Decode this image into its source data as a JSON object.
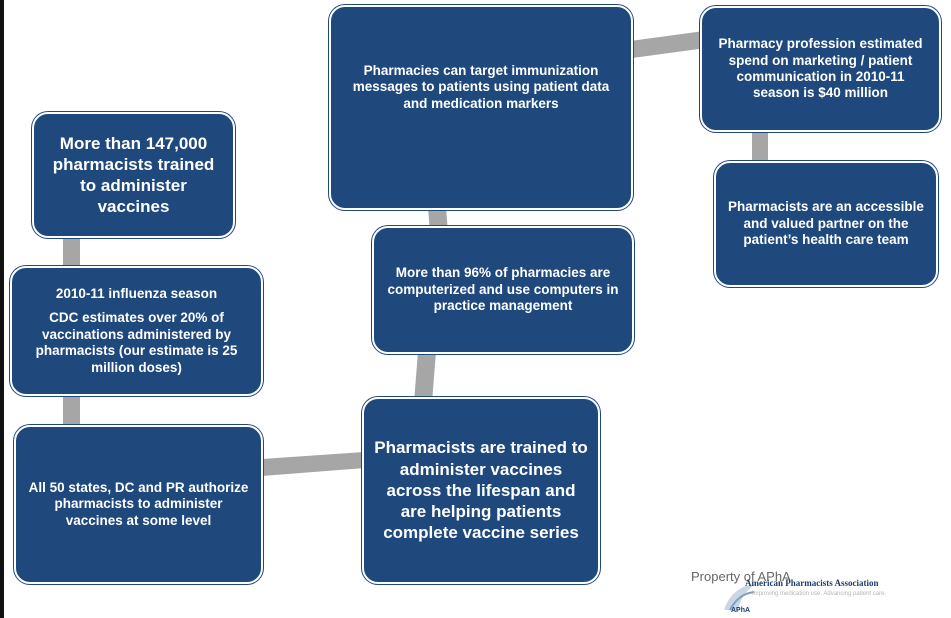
{
  "boxes": {
    "trained_count": "More than  147,000 pharmacists trained to administer vaccines",
    "flu_season_heading": "2010-11 influenza season",
    "flu_season_body": "CDC estimates over 20% of vaccinations administered by pharmacists (our estimate is 25 million doses)",
    "states_authorize": "All 50 states, DC and PR authorize pharmacists to administer vaccines at some level",
    "lifespan": "Pharmacists are trained to administer vaccines across the lifespan and are helping patients complete vaccine series",
    "computerized": "More than  96% of pharmacies are computerized and use computers in practice management",
    "target_messages": "Pharmacies can target immunization messages to patients using patient data and medication markers",
    "marketing_spend": "Pharmacy profession estimated spend on marketing / patient communication in 2010-11 season is $40 million",
    "accessible_partner": "Pharmacists are an accessible and valued partner on the patient’s health care team"
  },
  "watermark": "Property of APhA",
  "logo": {
    "name": "American Pharmacists Association",
    "tagline": "Improving medication use. Advancing patient care.",
    "abbr": "APhA"
  },
  "colors": {
    "box_fill": "#1f497d",
    "box_text": "#ffffff",
    "connector": "#a6a6a6"
  }
}
